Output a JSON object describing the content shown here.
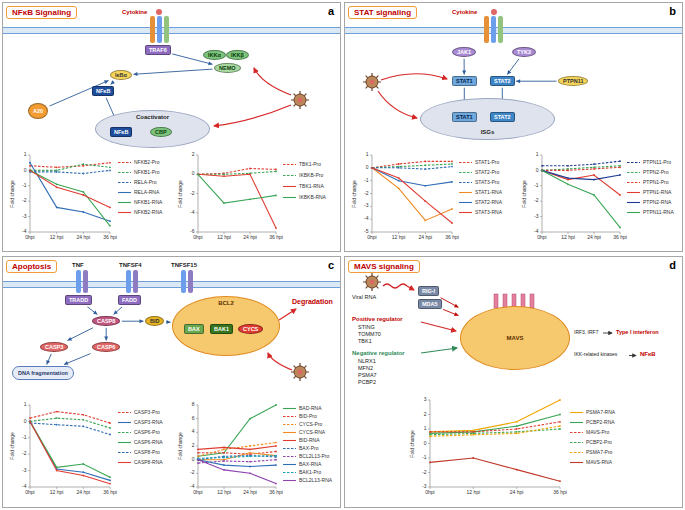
{
  "diagram": {
    "nodes": [
      {
        "text": [
          "a"
        ]
      },
      {
        "text": [
          "NFκB Signaling"
        ],
        "in": 0
      },
      {
        "text": [
          "TRAF6"
        ],
        "in": 0
      },
      {
        "text": [
          "IKKα"
        ],
        "in": 0
      },
      {
        "text": [
          "IKKβ"
        ],
        "in": 0
      },
      {
        "text": [
          "NEMO"
        ],
        "in": 0
      },
      {
        "text": [
          "IκBα"
        ],
        "in": 0
      },
      {
        "text": [
          "NFκB"
        ],
        "in": 0
      },
      {
        "text": [
          "Coactivator"
        ],
        "in": 0
      },
      {
        "text": [
          "NFκB"
        ],
        "in": 8
      },
      {
        "text": [
          "CBP"
        ],
        "in": 8
      },
      {
        "text": [
          "A20"
        ],
        "in": 0
      },
      {
        "text": [
          "b"
        ]
      },
      {
        "text": [
          "STAT signaling"
        ],
        "in": 12
      },
      {
        "text": [
          "JAK1"
        ],
        "in": 12
      },
      {
        "text": [
          "TYK2"
        ],
        "in": 12
      },
      {
        "text": [
          "STAT1"
        ],
        "in": 12
      },
      {
        "text": [
          "STAT2"
        ],
        "in": 12
      },
      {
        "text": [
          "PTPN11"
        ],
        "in": 12
      },
      {
        "text": [
          "ISGs"
        ],
        "in": 12
      },
      {
        "text": [
          "STAT1"
        ],
        "in": 19
      },
      {
        "text": [
          "STAT2"
        ],
        "in": 19
      },
      {
        "text": [
          "c"
        ]
      },
      {
        "text": [
          "Apoptosis"
        ],
        "in": 22
      },
      {
        "text": [
          "TRADD"
        ],
        "in": 22
      },
      {
        "text": [
          "FADD"
        ],
        "in": 22
      },
      {
        "text": [
          "CASP8"
        ],
        "in": 22
      },
      {
        "text": [
          "CASP3"
        ],
        "in": 22
      },
      {
        "text": [
          "CASP6"
        ],
        "in": 22
      },
      {
        "text": [
          "DNA fragmentation"
        ],
        "in": 22
      },
      {
        "text": [
          "BID"
        ],
        "in": 22
      },
      {
        "text": [
          "BCL2"
        ],
        "in": 22
      },
      {
        "text": [
          "BAX"
        ],
        "in": 31
      },
      {
        "text": [
          "BAK1"
        ],
        "in": 31
      },
      {
        "text": [
          "CYCS"
        ],
        "in": 31
      },
      {
        "text": [
          "d"
        ]
      },
      {
        "text": [
          "MAVS signaling"
        ],
        "in": 35
      },
      {
        "text": [
          "RIG-I"
        ],
        "in": 35
      },
      {
        "text": [
          "MDA5"
        ],
        "in": 35
      },
      {
        "text": [
          "MAVS"
        ],
        "in": 35
      }
    ],
    "edges": [
      {
        "from": 2,
        "to": 5,
        "arrow": "to"
      },
      {
        "from": 5,
        "to": 6,
        "arrow": "to"
      },
      {
        "from": 6,
        "to": 7,
        "arrow": "to"
      },
      {
        "from": 7,
        "to": 9,
        "arrow": "to"
      },
      {
        "from": 11,
        "to": 6,
        "arrow": "to"
      },
      {
        "from": 14,
        "to": 16,
        "arrow": "to"
      },
      {
        "from": 15,
        "to": 17,
        "arrow": "to"
      },
      {
        "from": 18,
        "to": 17,
        "arrow": "to"
      },
      {
        "from": 16,
        "to": 20,
        "arrow": "to"
      },
      {
        "from": 17,
        "to": 21,
        "arrow": "to"
      },
      {
        "from": 24,
        "to": 26,
        "arrow": "to"
      },
      {
        "from": 25,
        "to": 26,
        "arrow": "to"
      },
      {
        "from": 26,
        "to": 27,
        "arrow": "to"
      },
      {
        "from": 26,
        "to": 28,
        "arrow": "to"
      },
      {
        "from": 27,
        "to": 29,
        "arrow": "to"
      },
      {
        "from": 28,
        "to": 29,
        "arrow": "to"
      },
      {
        "from": 26,
        "to": 30,
        "arrow": "to"
      },
      {
        "from": 30,
        "to": 31,
        "arrow": "to"
      },
      {
        "from": 37,
        "to": 39,
        "arrow": "to"
      },
      {
        "from": 38,
        "to": 39,
        "arrow": "to"
      }
    ],
    "labels": [
      "Cytokine",
      "Cytokine",
      "TNF",
      "TNFSF4",
      "TNFSF15",
      "Degradation",
      "Viral RNA",
      "Positive regulator",
      "STING",
      "TOMM70",
      "TBK1",
      "Negative regulator",
      "NLRX1",
      "MFN2",
      "PSMA7",
      "PCBP2",
      "IRF3, IRF7",
      "Type I interferon",
      "IKK-related kinases",
      "NFκB",
      "1",
      "0",
      "-1",
      "-2",
      "-3",
      "-4",
      "0hpi",
      "12 hpi",
      "24 hpi",
      "36 hpi",
      "Fold change",
      "2",
      "0",
      "-2",
      "-4",
      "-6",
      "0hpi",
      "12 hpi",
      "24 hpi",
      "36 hpi",
      "Fold change",
      "1",
      "0",
      "-1",
      "-2",
      "-3",
      "-4",
      "-5",
      "0hpi",
      "12 hpi",
      "24 hpi",
      "36 hpi",
      "Fold change",
      "1",
      "0",
      "-1",
      "-2",
      "-3",
      "-4",
      "0hpi",
      "12 hpi",
      "24 hpi",
      "36 hpi",
      "Fold change",
      "1",
      "0",
      "-1",
      "-2",
      "-3",
      "-4",
      "0hpi",
      "12 hpi",
      "24 hpi",
      "36 hpi",
      "Fold change",
      "8",
      "6",
      "4",
      "2",
      "0",
      "-2",
      "-4",
      "0hpi",
      "12 hpi",
      "24 hpi",
      "36 hpi",
      "Fold change",
      "3",
      "2",
      "1",
      "0",
      "-1",
      "-2",
      "-3",
      "0hpi",
      "12 hpi",
      "24 hpi",
      "36 hpi",
      "Fold change"
    ],
    "legend": [
      {
        "text": "NFKB2-Pro"
      },
      {
        "text": "NFKB1-Pro"
      },
      {
        "text": "RELA-Pro"
      },
      {
        "text": "RELA-RNA"
      },
      {
        "text": "NFKB1-RNA"
      },
      {
        "text": "NFKB2-RNA"
      },
      {
        "text": "TBK1-Pro"
      },
      {
        "text": "IKBKB-Pro"
      },
      {
        "text": "TBK1-RNA"
      },
      {
        "text": "IKBKB-RNA"
      },
      {
        "text": "STAT1-Pro"
      },
      {
        "text": "STAT2-Pro"
      },
      {
        "text": "STAT3-Pro"
      },
      {
        "text": "STAT1-RNA"
      },
      {
        "text": "STAT2-RNA"
      },
      {
        "text": "STAT3-RNA"
      },
      {
        "text": "PTPN11-Pro"
      },
      {
        "text": "PTPN2-Pro"
      },
      {
        "text": "PTPN1-Pro"
      },
      {
        "text": "PTPN1-RNA"
      },
      {
        "text": "PTPN2-RNA"
      },
      {
        "text": "PTPN11-RNA"
      },
      {
        "text": "CASP3-Pro"
      },
      {
        "text": "CASP3-RNA"
      },
      {
        "text": "CASP6-Pro"
      },
      {
        "text": "CASP6-RNA"
      },
      {
        "text": "CASP8-Pro"
      },
      {
        "text": "CASP8-RNA"
      },
      {
        "text": "BAD-RNA"
      },
      {
        "text": "BID-Pro"
      },
      {
        "text": "CYCS-Pro"
      },
      {
        "text": "CYCS-RNA"
      },
      {
        "text": "BID-RNA"
      },
      {
        "text": "BAX-Pro"
      },
      {
        "text": "BCL2L13-Pro"
      },
      {
        "text": "BAX-RNA"
      },
      {
        "text": "BAK1-Pro"
      },
      {
        "text": "BCL2L13-RNA"
      },
      {
        "text": "PSMA7-RNA"
      },
      {
        "text": "PCBP2-RNA"
      },
      {
        "text": "MAVS-Pro"
      },
      {
        "text": "PCBP2-Pro"
      },
      {
        "text": "PSMA7-Pro"
      },
      {
        "text": "MAVS-RNA"
      }
    ]
  }
}
